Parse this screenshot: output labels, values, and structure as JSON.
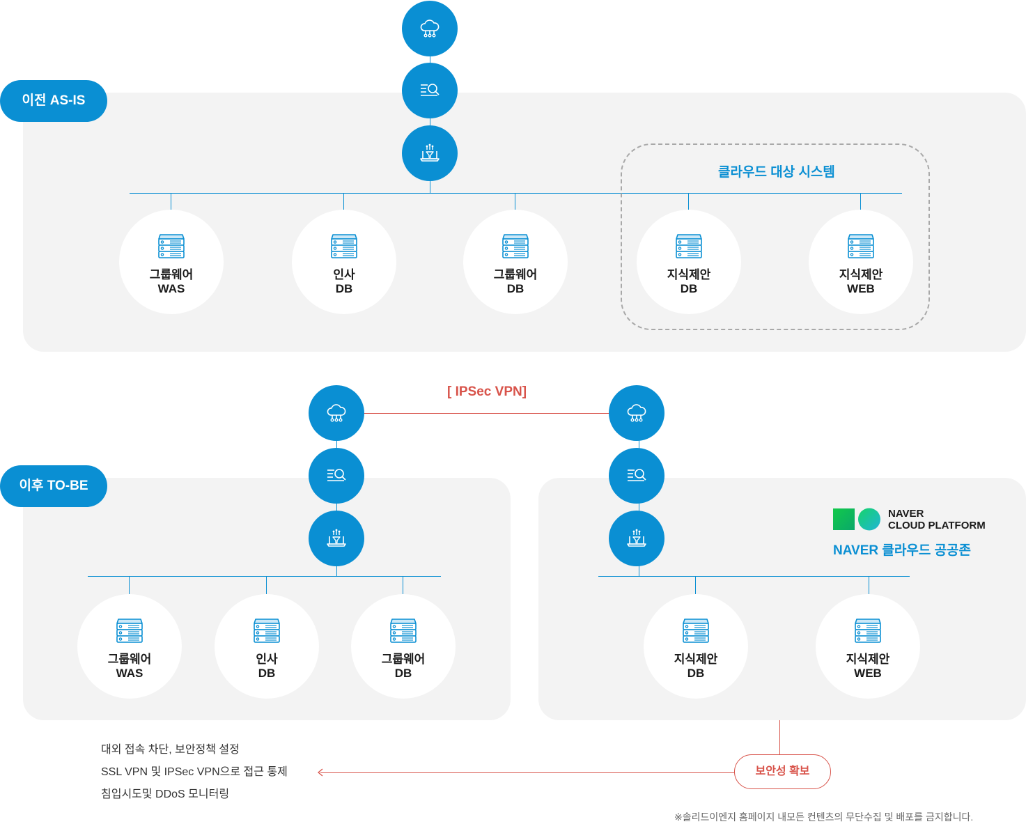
{
  "asis": {
    "label": "이전 AS-IS",
    "cloud_target_label": "클라우드 대상 시스템",
    "servers": [
      {
        "line1": "그룹웨어",
        "line2": "WAS"
      },
      {
        "line1": "인사",
        "line2": "DB"
      },
      {
        "line1": "그룹웨어",
        "line2": "DB"
      },
      {
        "line1": "지식제안",
        "line2": "DB"
      },
      {
        "line1": "지식제안",
        "line2": "WEB"
      }
    ]
  },
  "tobe": {
    "label": "이후 TO-BE",
    "vpn_label": "[ IPSec VPN]",
    "left_servers": [
      {
        "line1": "그룹웨어",
        "line2": "WAS"
      },
      {
        "line1": "인사",
        "line2": "DB"
      },
      {
        "line1": "그룹웨어",
        "line2": "DB"
      }
    ],
    "right_servers": [
      {
        "line1": "지식제안",
        "line2": "DB"
      },
      {
        "line1": "지식제안",
        "line2": "WEB"
      }
    ],
    "naver_logo_line1": "NAVER",
    "naver_logo_line2": "CLOUD PLATFORM",
    "naver_zone_label": "NAVER 클라우드 공공존"
  },
  "security": {
    "badge": "보안성 확보",
    "notes": [
      "대외 접속 차단, 보안정책 설정",
      "SSL VPN 및 IPSec VPN으로 접근 통제",
      "침입시도및 DDoS 모니터링"
    ]
  },
  "copyright": "※솔리드이엔지 홈페이지 내모든 컨텐츠의 무단수집 및 배포를 금지합니다.",
  "colors": {
    "accent": "#0a8fd3",
    "security": "#d8534a",
    "panel": "#f3f3f3"
  },
  "icons": [
    "cloud-network-icon",
    "search-list-icon",
    "laptop-filter-icon",
    "server-rack-icon",
    "naver-cloud-logo"
  ]
}
